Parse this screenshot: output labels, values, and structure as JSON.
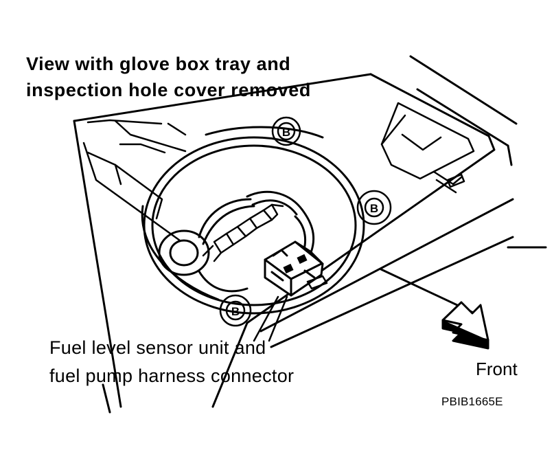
{
  "title": {
    "line1": "View with glove box tray and",
    "line2": "inspection hole cover removed"
  },
  "callout": {
    "line1": "Fuel level sensor unit and",
    "line2": "fuel pump harness connector"
  },
  "direction": {
    "label": "Front"
  },
  "bolt_marks": [
    "B",
    "B",
    "B"
  ],
  "figure_code": "PBIB1665E",
  "colors": {
    "ink": "#000000",
    "paper": "#ffffff"
  },
  "icons": [
    "bolt-icon",
    "front-arrow-icon"
  ]
}
